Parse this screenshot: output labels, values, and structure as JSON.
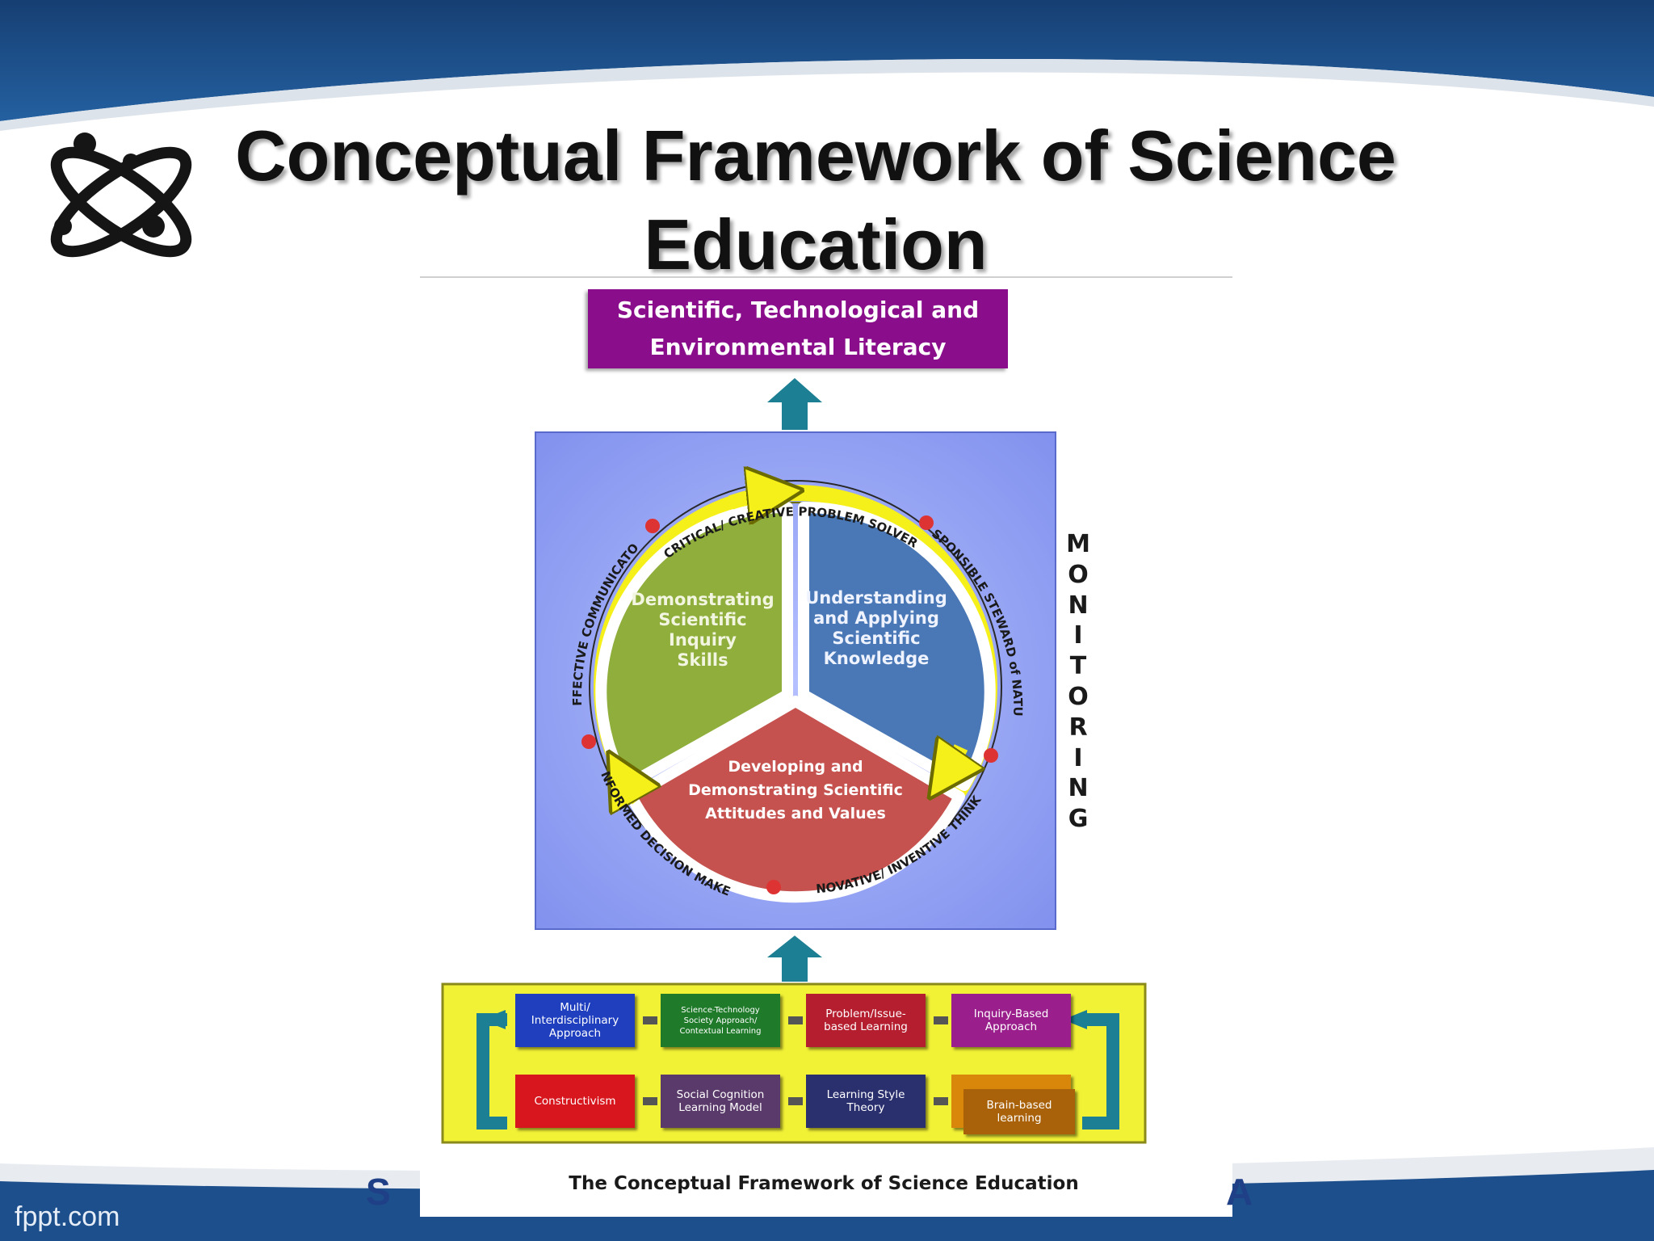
{
  "slide": {
    "title_line1": "Conceptual Framework of Science",
    "title_line2": "Education",
    "footer_left": "S",
    "footer_right": "A",
    "watermark": "fppt.com"
  },
  "figure": {
    "top_goal": [
      "Scientific, Technological and",
      "Environmental Literacy"
    ],
    "sectors": {
      "left": [
        "Demonstrating",
        "Scientific",
        "Inquiry",
        "Skills"
      ],
      "right": [
        "Understanding",
        "and Applying",
        "Scientific",
        "Knowledge"
      ],
      "bottom": [
        "Developing and",
        "Demonstrating Scientific",
        "Attitudes and Values"
      ]
    },
    "ring_labels": {
      "top": "CRITICAL/ CREATIVE PROBLEM SOLVER",
      "right": "RESPONSIBLE STEWARD of NATURE",
      "bottom_right": "INNOVATIVE/ INVENTIVE THINKER",
      "bottom_left": "INFORMED DECISION MAKER",
      "left": "EFFECTIVE COMMUNICATOR"
    },
    "monitoring": [
      "M",
      "O",
      "N",
      "I",
      "T",
      "O",
      "R",
      "I",
      "N",
      "G"
    ],
    "approaches_row1": [
      [
        "Multi/",
        "Interdisciplinary",
        "Approach"
      ],
      [
        "Science-Technology",
        "Society Approach/",
        "Contextual Learning"
      ],
      [
        "Problem/Issue-",
        "based Learning"
      ],
      [
        "Inquiry-Based",
        "Approach"
      ]
    ],
    "approaches_row2": [
      [
        "Constructivism"
      ],
      [
        "Social Cognition",
        "Learning Model"
      ],
      [
        "Learning Style",
        "Theory"
      ],
      [
        "Brain-based",
        "learning"
      ]
    ],
    "caption": "The Conceptual Framework of Science Education"
  },
  "colors": {
    "header_blue": "#1d4f8c",
    "goal_purple": "#8a0e8c",
    "panel_blue": "#8f9cf0",
    "sector_green": "#8fae3c",
    "sector_blue": "#4a78b6",
    "sector_red": "#c5524e",
    "ring_yellow": "#f5ef1a",
    "arrow_teal": "#1d7f93",
    "approach_yellow": "#f1f136"
  }
}
